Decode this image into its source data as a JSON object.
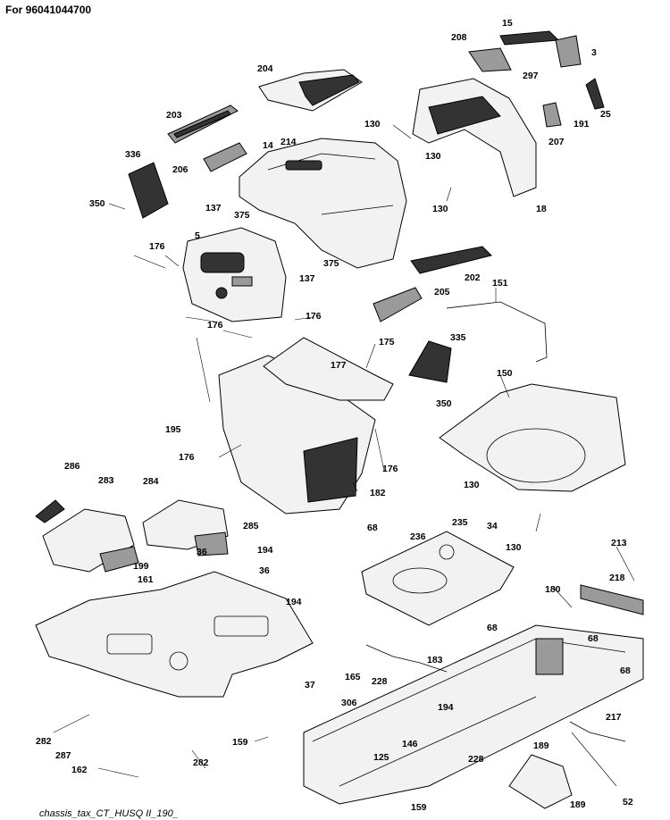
{
  "header": {
    "title": "For 96041044700"
  },
  "footer": {
    "text": "chassis_tax_CT_HUSQ II_190_"
  },
  "callouts": [
    "15",
    "208",
    "3",
    "297",
    "204",
    "130",
    "25",
    "203",
    "191",
    "207",
    "214",
    "14",
    "206",
    "130",
    "336",
    "18",
    "350",
    "130",
    "137",
    "375",
    "5",
    "176",
    "202",
    "375",
    "137",
    "205",
    "151",
    "176",
    "176",
    "335",
    "175",
    "177",
    "350",
    "150",
    "195",
    "176",
    "176",
    "182",
    "130",
    "286",
    "283",
    "284",
    "285",
    "235",
    "34",
    "68",
    "236",
    "130",
    "213",
    "36",
    "194",
    "199",
    "36",
    "218",
    "161",
    "194",
    "68",
    "180",
    "68",
    "183",
    "165",
    "68",
    "37",
    "228",
    "306",
    "194",
    "217",
    "282",
    "159",
    "146",
    "189",
    "287",
    "125",
    "228",
    "162",
    "282",
    "52",
    "159",
    "189"
  ]
}
